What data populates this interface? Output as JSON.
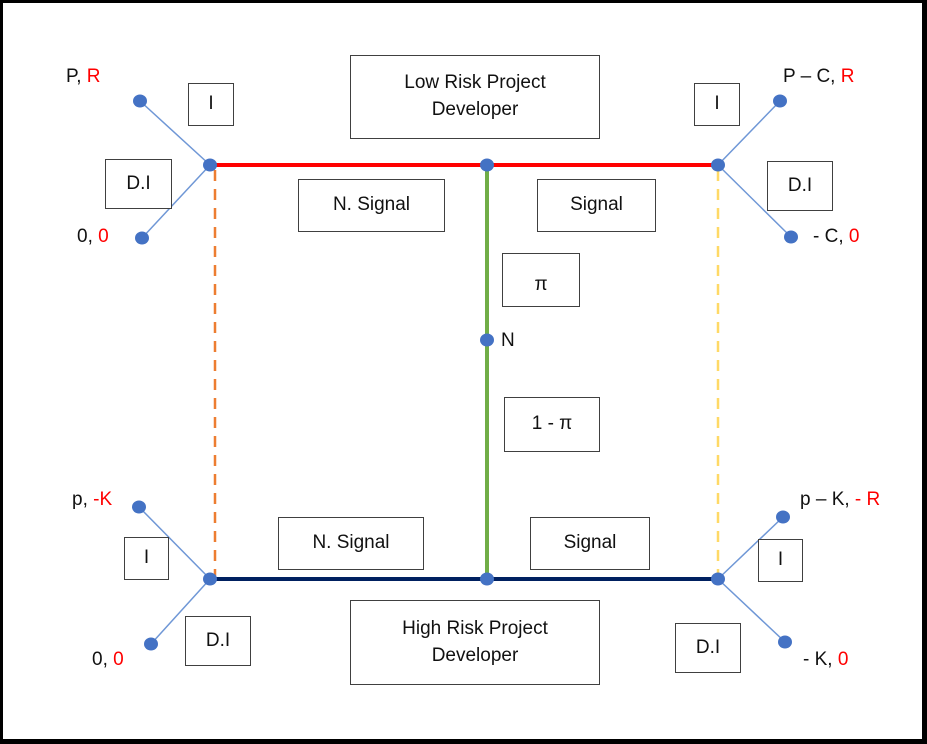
{
  "diagram": {
    "type": "game-tree",
    "colors": {
      "low_risk_line": "#ff0000",
      "high_risk_line": "#002060",
      "nature_line": "#70ad47",
      "left_dashed": "#ed7d31",
      "right_dashed": "#ffd966",
      "node": "#4472c4",
      "branch": "#6f97d6",
      "payoff_second": "#ff0000"
    },
    "players": {
      "low": "Low Risk Project Developer",
      "low_line1": "Low Risk Project",
      "low_line2": "Developer",
      "high_line1": "High Risk Project",
      "high_line2": "Developer"
    },
    "nature": {
      "label": "N",
      "prob_low": "π",
      "prob_high": "1 - π"
    },
    "edges": {
      "top_left": "N. Signal",
      "top_right": "Signal",
      "bottom_left": "N. Signal",
      "bottom_right": "Signal"
    },
    "actions": {
      "invest": "I",
      "dont_invest": "D.I"
    },
    "payoffs": {
      "tl_invest": {
        "a": "P, ",
        "b": "R"
      },
      "tl_dont": {
        "a": "0, ",
        "b": "0"
      },
      "tr_invest": {
        "a": "P – C, ",
        "b": "R"
      },
      "tr_dont": {
        "a": "- C, ",
        "b": "0"
      },
      "bl_invest": {
        "a": "p, ",
        "b": "-K"
      },
      "bl_dont": {
        "a": "0, ",
        "b": "0"
      },
      "br_invest": {
        "a": "p – K, ",
        "b": "- R"
      },
      "br_dont": {
        "a": "- K, ",
        "b": "0"
      }
    }
  }
}
